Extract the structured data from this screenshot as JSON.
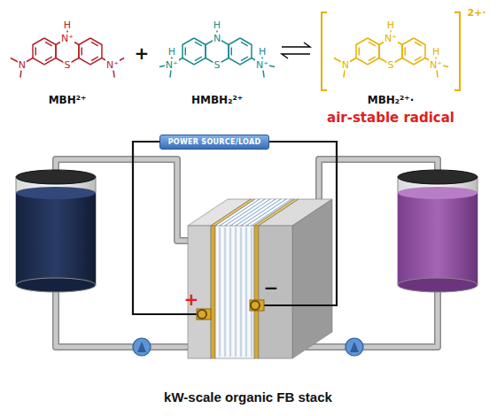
{
  "diagram": {
    "caption": "kW-scale organic FB stack",
    "nodes": [
      {
        "text": [
          "POWER SOURCE/LOAD"
        ]
      }
    ],
    "labels": [
      "H",
      "N⁺",
      "S",
      "N",
      "N⁺",
      "+",
      "H",
      "N",
      "S",
      "H",
      "N⁺",
      "H",
      "N⁺",
      "H",
      "N⁺",
      "S",
      "N",
      "N⁺",
      "H",
      "2+·",
      "MBH²⁺",
      "HMBH₂²⁺",
      "MBH₂²⁺·",
      "air-stable radical",
      "+",
      "−"
    ]
  }
}
